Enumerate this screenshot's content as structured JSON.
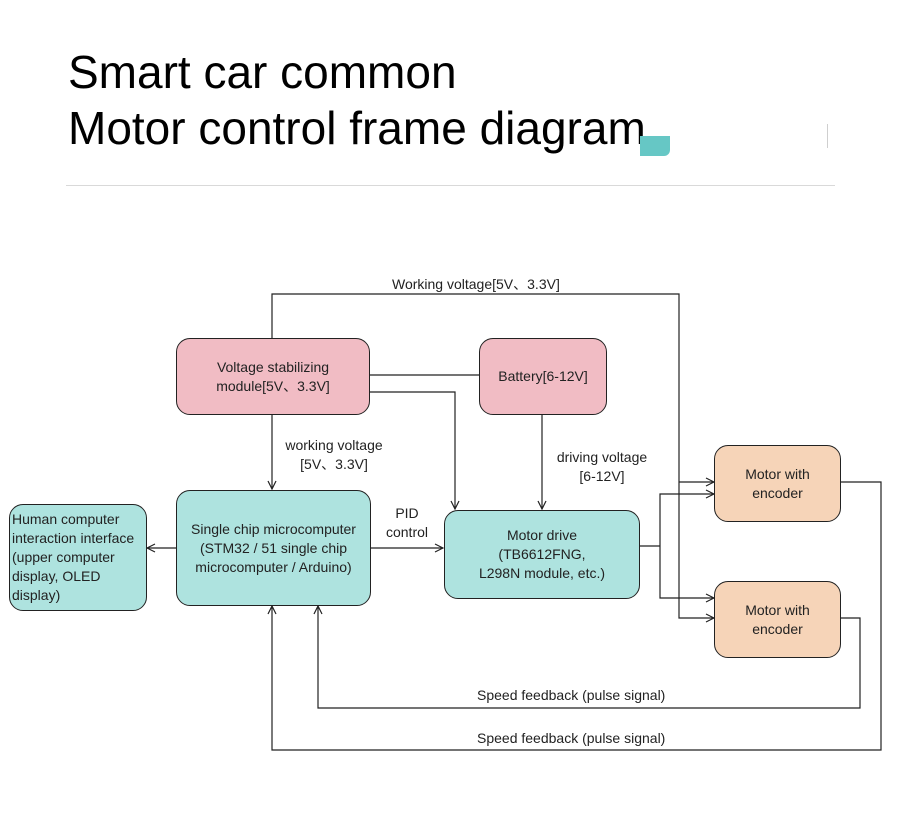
{
  "title": {
    "line1": "Smart car common",
    "line2": "Motor control frame diagram"
  },
  "nodes": {
    "voltage_module": {
      "line1": "Voltage stabilizing",
      "line2": "module[5V、3.3V]"
    },
    "battery": {
      "line1": "Battery[6-12V]"
    },
    "mcu": {
      "line1": "Single chip microcomputer",
      "line2": "(STM32 / 51 single chip",
      "line3": "microcomputer / Arduino)"
    },
    "hci": {
      "line1": "Human computer",
      "line2": "interaction interface",
      "line3": "(upper computer",
      "line4": "display, OLED",
      "line5": "display)"
    },
    "motor_drive": {
      "line1": "Motor drive",
      "line2": "(TB6612FNG,",
      "line3": "L298N module, etc.)"
    },
    "motor1": {
      "line1": "Motor with",
      "line2": "encoder"
    },
    "motor2": {
      "line1": "Motor with",
      "line2": "encoder"
    }
  },
  "labels": {
    "working_voltage_top": "Working voltage[5V、3.3V]",
    "working_voltage_mid_1": "working voltage",
    "working_voltage_mid_2": "[5V、3.3V]",
    "driving_voltage_1": "driving voltage",
    "driving_voltage_2": "[6-12V]",
    "pid_1": "PID",
    "pid_2": "control",
    "speed_feedback_1": "Speed feedback (pulse signal)",
    "speed_feedback_2": "Speed feedback (pulse signal)"
  },
  "colors": {
    "voltage": "#f1bcc4",
    "control": "#aee3df",
    "motor": "#f6d4b8",
    "accent": "#66c7c5"
  }
}
